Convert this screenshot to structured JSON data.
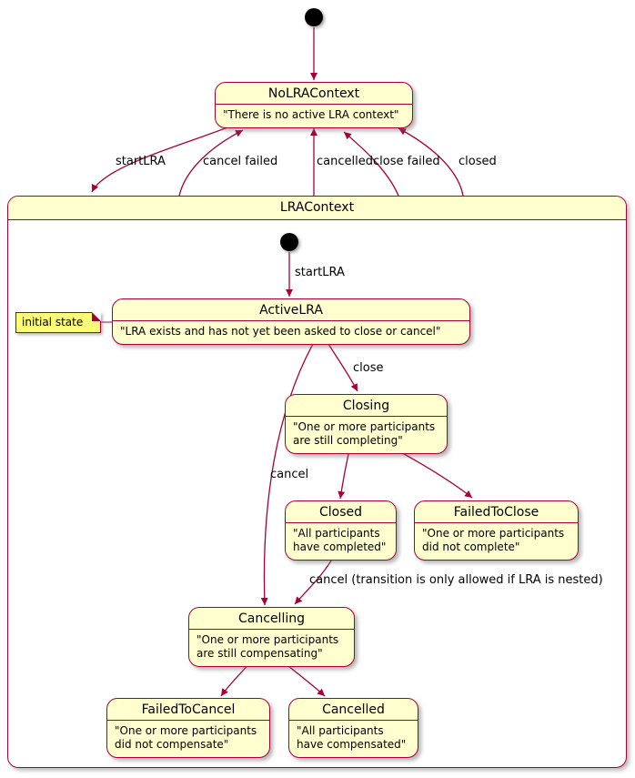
{
  "colors": {
    "state_fill": "#FEFECE",
    "state_border": "#A80036",
    "arrow": "#A80036",
    "note_fill": "#FBFB77",
    "text": "#000000"
  },
  "states": {
    "no_lra_context": {
      "title": "NoLRAContext",
      "lines": [
        "\"There is no active LRA context\""
      ]
    },
    "lra_context": {
      "title": "LRAContext"
    },
    "active_lra": {
      "title": "ActiveLRA",
      "lines": [
        "\"LRA exists and has not yet been asked to close or cancel\""
      ]
    },
    "closing": {
      "title": "Closing",
      "lines": [
        "\"One or more participants",
        "are still completing\""
      ]
    },
    "closed": {
      "title": "Closed",
      "lines": [
        "\"All participants",
        "have completed\""
      ]
    },
    "failed_to_close": {
      "title": "FailedToClose",
      "lines": [
        "\"One or more participants",
        "did not complete\""
      ]
    },
    "cancelling": {
      "title": "Cancelling",
      "lines": [
        "\"One or more participants",
        "are still compensating\""
      ]
    },
    "failed_to_cancel": {
      "title": "FailedToCancel",
      "lines": [
        "\"One or more participants",
        "did not compensate\""
      ]
    },
    "cancelled": {
      "title": "Cancelled",
      "lines": [
        "\"All participants",
        "have compensated\""
      ]
    }
  },
  "transitions": {
    "start_lra_outer": "startLRA",
    "cancel_failed": "cancel failed",
    "cancelled": "cancelled",
    "close_failed": "close failed",
    "closed": "closed",
    "start_lra_inner": "startLRA",
    "close": "close",
    "cancel": "cancel",
    "cancel_nested": "cancel (transition is only allowed if LRA is nested)"
  },
  "note": {
    "text": "initial state"
  }
}
